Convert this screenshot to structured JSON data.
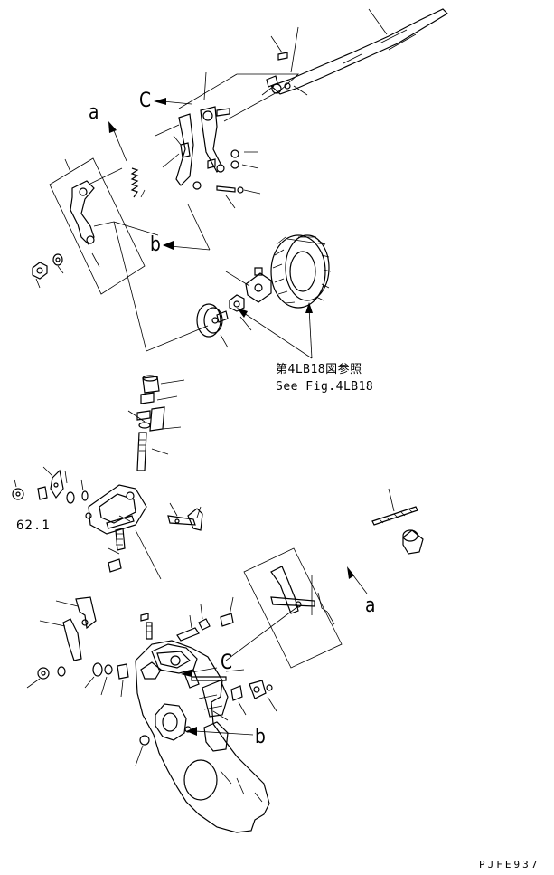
{
  "labels": {
    "a_top": "a",
    "c_top": "C",
    "b_top": "b",
    "a_bottom": "a",
    "c_bottom": "C",
    "b_bottom": "b",
    "ref_jp": "第4LB18図参照",
    "ref_en": "See Fig.4LB18",
    "part_621": "62.1",
    "doc_code": "PJFE937"
  },
  "colors": {
    "ink": "#000000",
    "paper": "#ffffff"
  }
}
